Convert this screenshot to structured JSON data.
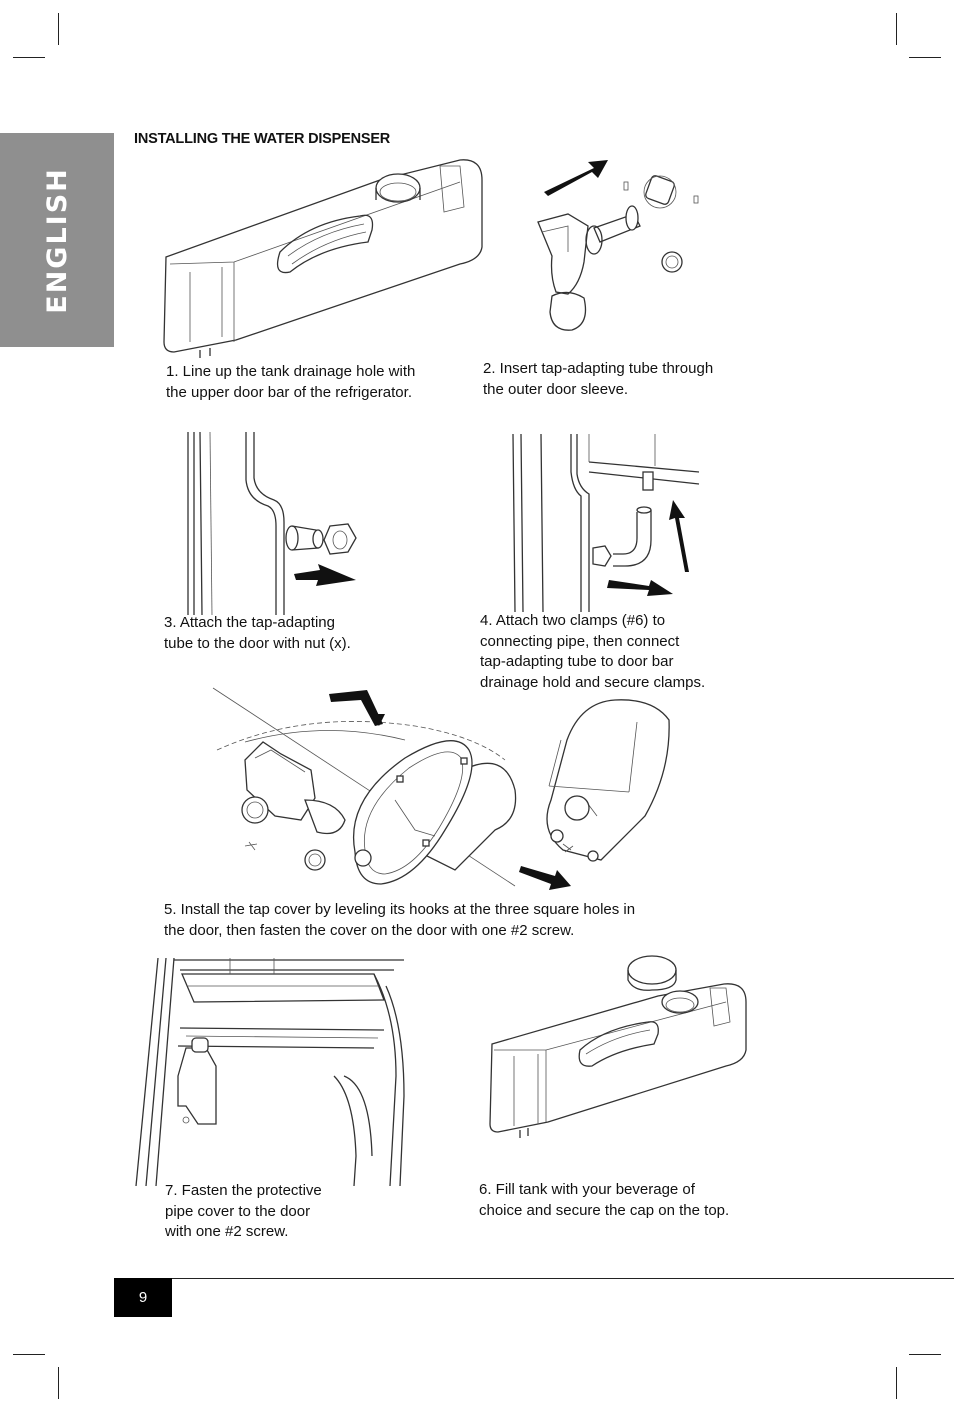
{
  "language_tab": "ENGLISH",
  "section_title": "INSTALLING THE WATER DISPENSER",
  "steps": [
    {
      "caption": "1. Line up the tank drainage hole  with\nthe upper door bar of the refrigerator."
    },
    {
      "caption": "2. Insert tap-adapting tube through\nthe outer door sleeve."
    },
    {
      "caption": "3. Attach the tap-adapting\ntube to the door with nut (x)."
    },
    {
      "caption": "4. Attach two clamps (#6) to\nconnecting pipe, then connect\ntap-adapting tube to door bar\ndrainage hold and secure clamps."
    },
    {
      "caption": "5. Install the tap cover by leveling its hooks at the three square holes in\nthe door, then fasten the cover on the door with one #2 screw."
    },
    {
      "caption": "6. Fill tank with your beverage of\nchoice and secure the cap on the top."
    },
    {
      "caption": "7. Fasten the protective\npipe cover to the door\nwith one #2 screw."
    }
  ],
  "page_number": "9"
}
